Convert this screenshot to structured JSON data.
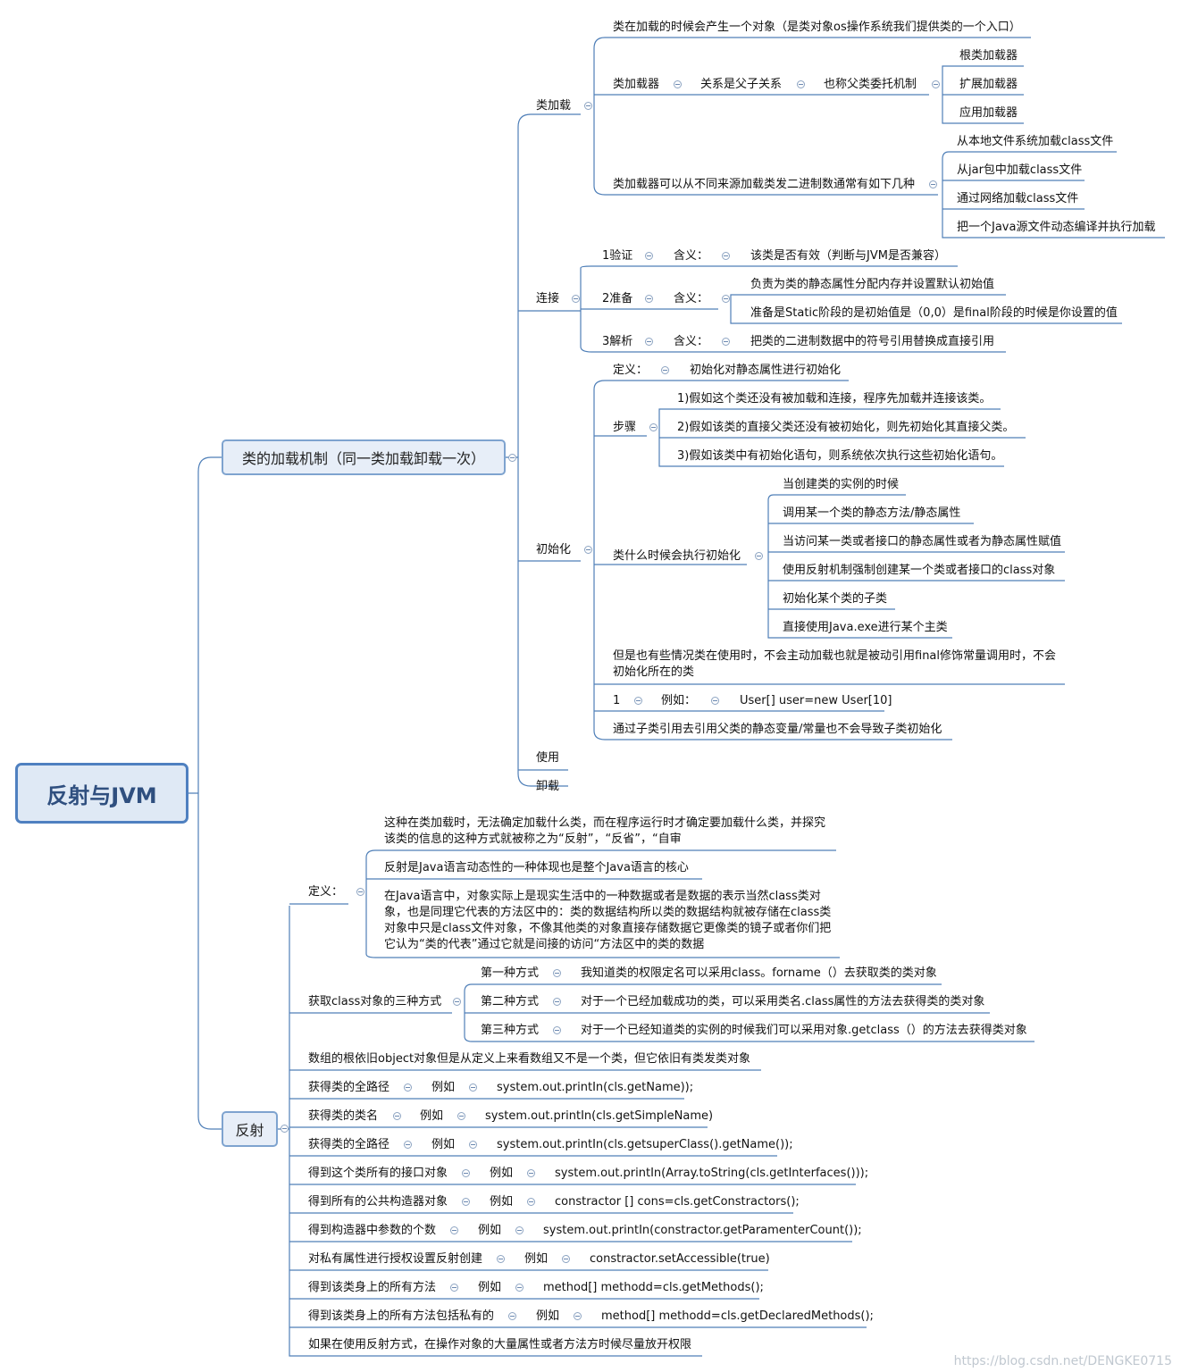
{
  "root": "反射与JVM",
  "main1": "类的加载机制（同一类加载卸载一次）",
  "main2": "反射",
  "b_load": "类加载",
  "load_1": "类在加载的时候会产生一个对象（是类对象os操作系统我们提供类的一个入口）",
  "load_2": "类加载器",
  "load_2a": "关系是父子关系",
  "load_2b": "也称父类委托机制",
  "load_2c": [
    "根类加载器",
    "扩展加载器",
    "应用加载器"
  ],
  "load_3": "类加载器可以从不同来源加载类发二进制数通常有如下几种",
  "load_3c": [
    "从本地文件系统加载class文件",
    "从jar包中加载class文件",
    "通过网络加载class文件",
    "把一个Java源文件动态编译并执行加载"
  ],
  "b_link": "连接",
  "link_1": "1验证",
  "link_1m": "含义：",
  "link_1v": "该类是否有效（判断与JVM是否兼容）",
  "link_2": "2准备",
  "link_2m": "含义：",
  "link_2v": [
    "负责为类的静态属性分配内存并设置默认初始值",
    "准备是Static阶段的是初始值是（0,0）是final阶段的时候是你设置的值"
  ],
  "link_3": "3解析",
  "link_3m": "含义：",
  "link_3v": "把类的二进制数据中的符号引用替换成直接引用",
  "b_init": "初始化",
  "init_def": "定义：",
  "init_defv": "初始化对静态属性进行初始化",
  "init_step": "步骤",
  "init_steps": [
    "1)假如这个类还没有被加载和连接，程序先加载并连接该类。",
    "2)假如该类的直接父类还没有被初始化，则先初始化其直接父类。",
    "3)假如该类中有初始化语句，则系统依次执行这些初始化语句。"
  ],
  "init_when": "类什么时候会执行初始化",
  "init_whens": [
    "当创建类的实例的时候",
    "调用某一个类的静态方法/静态属性",
    "当访问某一类或者接口的静态属性或者为静态属性赋值",
    "使用反射机制强制创建某一个类或者接口的class对象",
    "初始化某个类的子类",
    "直接使用Java.exe进行某个主类"
  ],
  "init_but": "但是也有些情况类在使用时，不会主动加载也就是被动引用final修饰常量调用时，不会初始化所在的类",
  "init_1": "1",
  "init_1eg": "例如：",
  "init_1v": "User[] user=new User[10]",
  "init_sub": "通过子类引用去引用父类的静态变量/常量也不会导致子类初始化",
  "b_use": "使用",
  "b_unload": "卸载",
  "r_def": "定义：",
  "r_def1": "这种在类加载时，无法确定加载什么类，而在程序运行时才确定要加载什么类，并探究该类的信息的这种方式就被称之为“反射”，“反省”，“自审",
  "r_def2": "反射是Java语言动态性的一种体现也是整个Java语言的核心",
  "r_def3": "在Java语言中，对象实际上是现实生活中的一种数据或者是数据的表示当然class类对象，也是同理它代表的方法区中的：类的数据结构所以类的数据结构就被存储在class类对象中只是class文件对象，不像其他类的对象直接存储数据它更像类的镜子或者你们把它认为“类的代表”通过它就是间接的访问“方法区中的类的数据",
  "r_get": "获取class对象的三种方式",
  "r_ways": [
    {
      "n": "第一种方式",
      "v": "我知道类的权限定名可以采用class。forname（）去获取类的类对象"
    },
    {
      "n": "第二种方式",
      "v": "对于一个已经加载成功的类，可以采用类名.class属性的方法去获得类的类对象"
    },
    {
      "n": "第三种方式",
      "v": "对于一个已经知道类的实例的时候我们可以采用对象.getclass（）的方法去获得类对象"
    }
  ],
  "r_arr": "数组的根依旧object对象但是从定义上来看数组又不是一个类，但它依旧有类发类对象",
  "r_items": [
    {
      "a": "获得类的全路径",
      "e": "例如",
      "v": "system.out.printIn(cls.getName));"
    },
    {
      "a": "获得类的类名",
      "e": "例如",
      "v": "system.out.printIn(cls.getSimpleName)"
    },
    {
      "a": "获得类的全路径",
      "e": "例如",
      "v": "system.out.printIn(cls.getsuperClass().getName());"
    },
    {
      "a": "得到这个类所有的接口对象",
      "e": "例如",
      "v": "system.out.printIn(Array.toString(cls.getInterfaces()));"
    },
    {
      "a": "得到所有的公共构造器对象",
      "e": "例如",
      "v": "constractor [] cons=cls.getConstractors();"
    },
    {
      "a": "得到构造器中参数的个数",
      "e": "例如",
      "v": "system.out.printIn(constractor.getParamenterCount());"
    },
    {
      "a": "对私有属性进行授权设置反射创建",
      "e": "例如",
      "v": "constractor.setAccessible(true)"
    },
    {
      "a": "得到该类身上的所有方法",
      "e": "例如",
      "v": "method[] methodd=cls.getMethods();"
    },
    {
      "a": "得到该类身上的所有方法包括私有的",
      "e": "例如",
      "v": "method[] methodd=cls.getDeclaredMethods();"
    }
  ],
  "r_last": "如果在使用反射方式，在操作对象的大量属性或者方法方时候尽量放开权限",
  "watermark": "https://blog.csdn.net/DENGKE0715"
}
